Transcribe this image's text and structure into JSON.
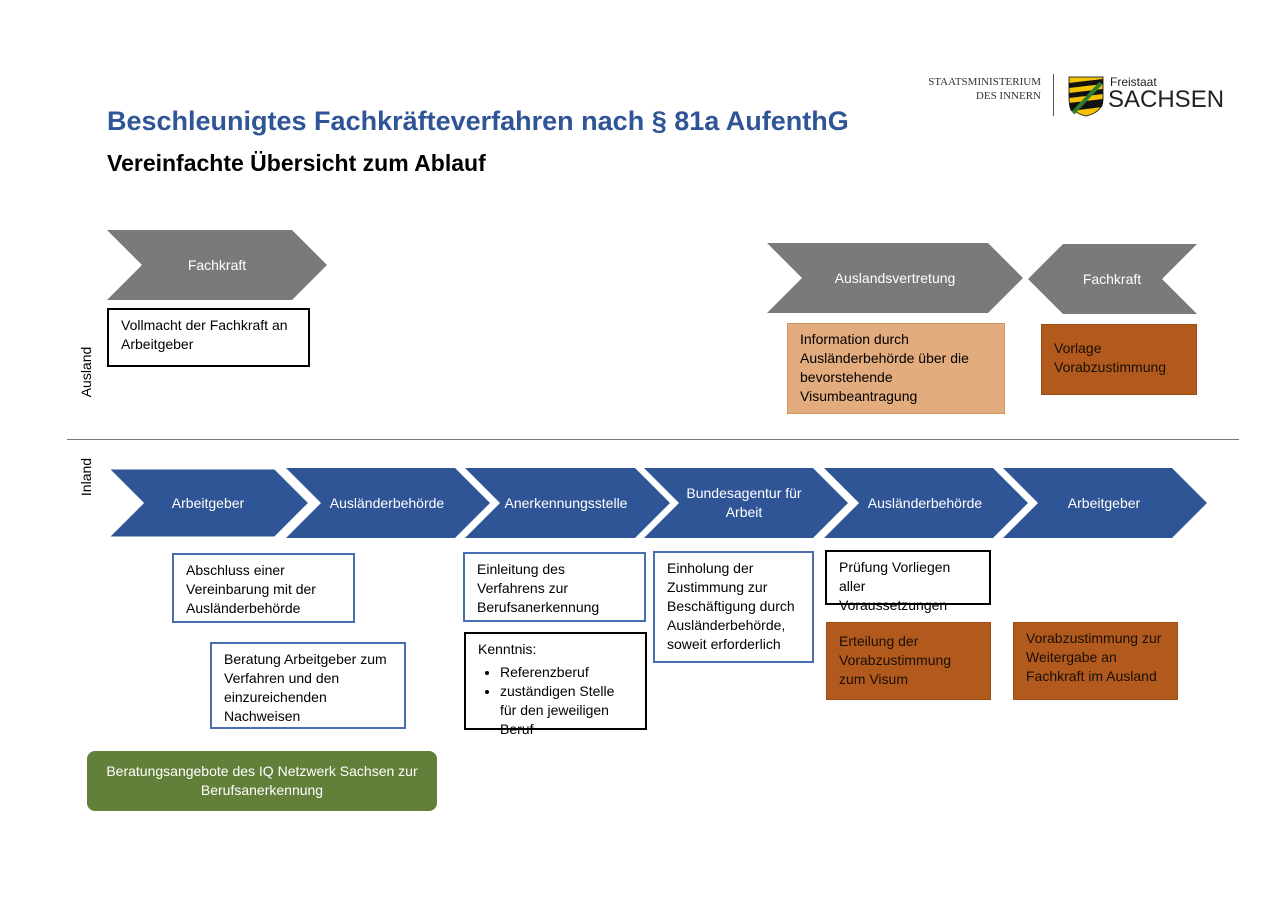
{
  "header": {
    "title": "Beschleunigtes Fachkräfteverfahren nach § 81a AufenthG",
    "subtitle": "Vereinfachte Übersicht zum Ablauf"
  },
  "logo": {
    "ministry_line1": "STAATSMINISTERIUM",
    "ministry_line2": "DES INNERN",
    "freistaat": "Freistaat",
    "sachsen": "SACHSEN"
  },
  "zones": {
    "abroad": "Ausland",
    "domestic": "Inland"
  },
  "abroad_chevrons": [
    {
      "label": "Fachkraft"
    },
    {
      "label": "Auslandsvertretung"
    },
    {
      "label": "Fachkraft"
    }
  ],
  "abroad_boxes": {
    "vollmacht": "Vollmacht der Fachkraft an Arbeitgeber",
    "information": "Information durch Ausländerbehörde über die bevorstehende Visumbeantragung",
    "vorlage": "Vorlage Vorabzustimmung"
  },
  "process_chevrons": [
    {
      "label": "Arbeitgeber"
    },
    {
      "label": "Ausländerbehörde"
    },
    {
      "label": "Anerkennungsstelle"
    },
    {
      "label": "Bundesagentur für Arbeit"
    },
    {
      "label": "Ausländerbehörde"
    },
    {
      "label": "Arbeitgeber"
    }
  ],
  "process_boxes": {
    "abschluss": "Abschluss einer Vereinbarung mit der Ausländerbehörde",
    "beratung": "Beratung Arbeitgeber zum Verfahren und den einzureichenden Nachweisen",
    "einleitung": "Einleitung des Verfahrens zur Berufsanerkennung",
    "kenntnis_title": "Kenntnis:",
    "kenntnis_items": [
      "Referenzberuf",
      "zuständigen Stelle für den jeweiligen Beruf"
    ],
    "einholung": "Einholung der Zustimmung zur Beschäftigung durch Ausländerbehörde, soweit erforderlich",
    "pruefung": "Prüfung Vorliegen aller Voraussetzungen",
    "erteilung": "Erteilung der Vorabzustimmung zum Visum",
    "weitergabe": "Vorabzustimmung zur Weitergabe an Fachkraft im Ausland"
  },
  "iq_box": {
    "text": "Beratungsangebote des IQ Netzwerk Sachsen zur Berufsanerkennung"
  },
  "colors": {
    "title_blue": "#2f5597",
    "chevron_blue": "#2f5597",
    "chevron_gray": "#7a7a7a",
    "box_border_blue": "#4a6fb0",
    "peach": "#e3ac7e",
    "rust": "#b25a1e",
    "green": "#62803a"
  }
}
